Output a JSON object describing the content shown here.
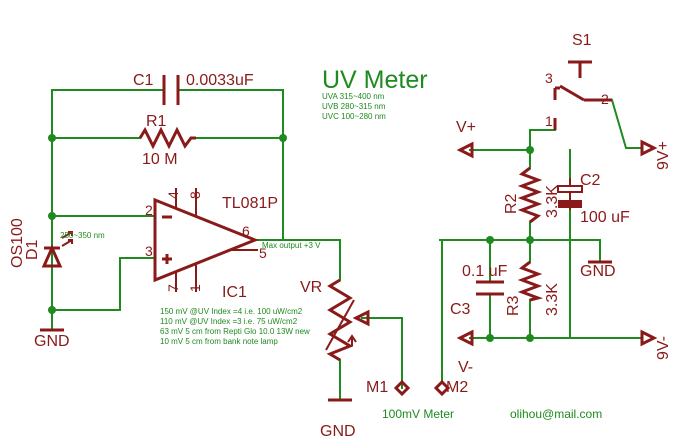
{
  "title": "UV Meter",
  "uv_bands": [
    "UVA 315~400 nm",
    "UVB 280~315 nm",
    "UVC 100~280 nm"
  ],
  "components": {
    "c1": {
      "ref": "C1",
      "value": "0.0033uF"
    },
    "r1": {
      "ref": "R1",
      "value": "10 M"
    },
    "opamp": {
      "ref": "TL081P",
      "name": "IC1",
      "pins": [
        "2",
        "3",
        "6",
        "5",
        "4",
        "8",
        "7",
        "1"
      ]
    },
    "d1": {
      "ref": "D1",
      "name": "OS100",
      "note": "250~350 nm"
    },
    "vr": {
      "ref": "VR"
    },
    "s1": {
      "ref": "S1",
      "pins": [
        "3",
        "2",
        "1"
      ]
    },
    "r2": {
      "ref": "R2",
      "value": "3.3K"
    },
    "r3": {
      "ref": "R3",
      "value": "3.3K"
    },
    "c2": {
      "ref": "C2",
      "value": "100 uF"
    },
    "c3": {
      "ref": "C3",
      "value": "0.1 uF"
    }
  },
  "labels": {
    "max_output": "Max output +3 V",
    "gnd_left": "GND",
    "gnd_vr": "GND",
    "gnd_right": "GND",
    "vplus": "V+",
    "vminus": "V-",
    "nine_vplus": "9V+",
    "nine_vminus": "9V-",
    "m1": "M1",
    "m2": "M2",
    "meter": "100mV Meter",
    "email": "olihou@mail.com"
  },
  "notes": [
    "150 mV @UV Index =4 i.e. 100 uW/cm2",
    "110 mV @UV Index =3 i.e. 75 uW/cm2",
    "63 mV 5 cm from  Repti Glo 10.0 13W new",
    "10 mV 5 cm from bank note lamp"
  ]
}
